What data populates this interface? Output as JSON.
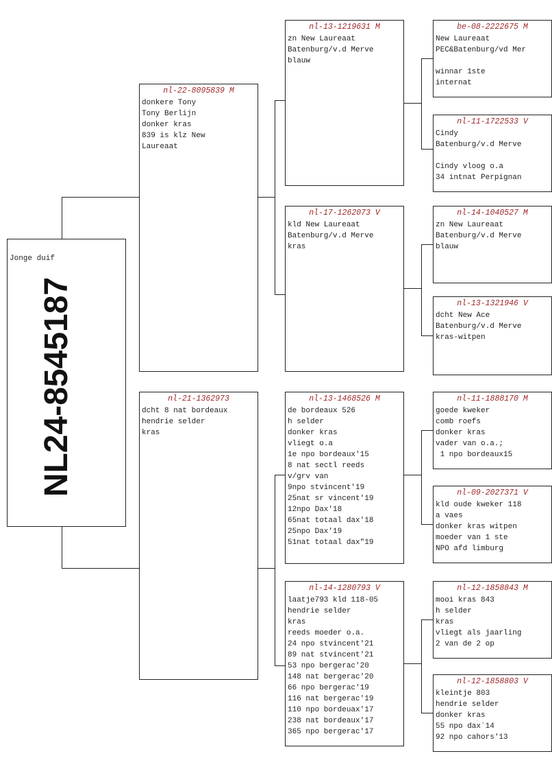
{
  "subject": {
    "label": "Jonge duif",
    "ring": "NL24-8545187"
  },
  "parents": [
    {
      "ring": "nl-22-8095839 M",
      "lines": [
        "donkere Tony",
        "Tony Berlijn",
        "donker kras",
        "839 is klz New",
        "Laureaat"
      ]
    },
    {
      "ring": "nl-21-1362973",
      "lines": [
        "dcht 8 nat bordeaux",
        "hendrie selder",
        "kras"
      ]
    }
  ],
  "grandparents": [
    {
      "ring": "nl-13-1219631 M",
      "lines": [
        "zn New Laureaat",
        "Batenburg/v.d Merve",
        "blauw"
      ]
    },
    {
      "ring": "nl-17-1262073 V",
      "lines": [
        "kld New Laureaat",
        "Batenburg/v.d Merve",
        "kras"
      ]
    },
    {
      "ring": "nl-13-1468526 M",
      "lines": [
        "de bordeaux 526",
        "h selder",
        "donker kras",
        "vliegt o.a",
        "1e npo bordeaux'15",
        "8 nat sectl reeds",
        "v/grv van",
        "9npo stvincent'19",
        "25nat sr vincent'19",
        "12npo Dax'18",
        "65nat totaal dax'18",
        "25npo Dax'19",
        "51nat totaal dax\"19"
      ]
    },
    {
      "ring": "nl-14-1280793 V",
      "lines": [
        "laatje793 kld 118-05",
        "hendrie selder",
        "kras",
        "reeds moeder o.a.",
        "24 npo stvincent'21",
        "89 nat stvincent'21",
        "53 npo bergerac'20",
        "148 nat bergerac'20",
        "66 npo bergerac'19",
        "116 nat bergerac'19",
        "110 npo bordeuax'17",
        "238 nat bordeaux'17",
        "365 npo bergerac'17"
      ]
    }
  ],
  "great_grandparents": [
    {
      "ring": "be-08-2222675 M",
      "lines": [
        "New Laureaat",
        "PEC&Batenburg/vd Mer",
        "",
        "winnar 1ste",
        "internat"
      ]
    },
    {
      "ring": "nl-11-1722533 V",
      "lines": [
        "Cindy",
        "Batenburg/v.d Merve",
        "",
        "Cindy vloog o.a",
        "34 intnat Perpignan"
      ]
    },
    {
      "ring": "nl-14-1040527 M",
      "lines": [
        "zn New Laureaat",
        "Batenburg/v.d Merve",
        "blauw"
      ]
    },
    {
      "ring": "nl-13-1321946 V",
      "lines": [
        "dcht New Ace",
        "Batenburg/v.d Merve",
        "kras-witpen"
      ]
    },
    {
      "ring": "nl-11-1888170 M",
      "lines": [
        "goede kweker",
        "comb roefs",
        "donker kras",
        "vader van o.a.;",
        " 1 npo bordeaux15"
      ]
    },
    {
      "ring": "nl-09-2027371 V",
      "lines": [
        "kld oude kweker 118",
        "a vaes",
        "donker kras witpen",
        "moeder van 1 ste",
        "NPO afd limburg"
      ]
    },
    {
      "ring": "nl-12-1858843 M",
      "lines": [
        "mooi kras 843",
        "h selder",
        "kras",
        "vliegt als jaarling",
        "2 van de 2 op"
      ]
    },
    {
      "ring": "nl-12-1858803 V",
      "lines": [
        "kleintje 803",
        "hendrie selder",
        "donker kras",
        "55 npo dax`14",
        "92 npo cahors'13"
      ]
    }
  ]
}
